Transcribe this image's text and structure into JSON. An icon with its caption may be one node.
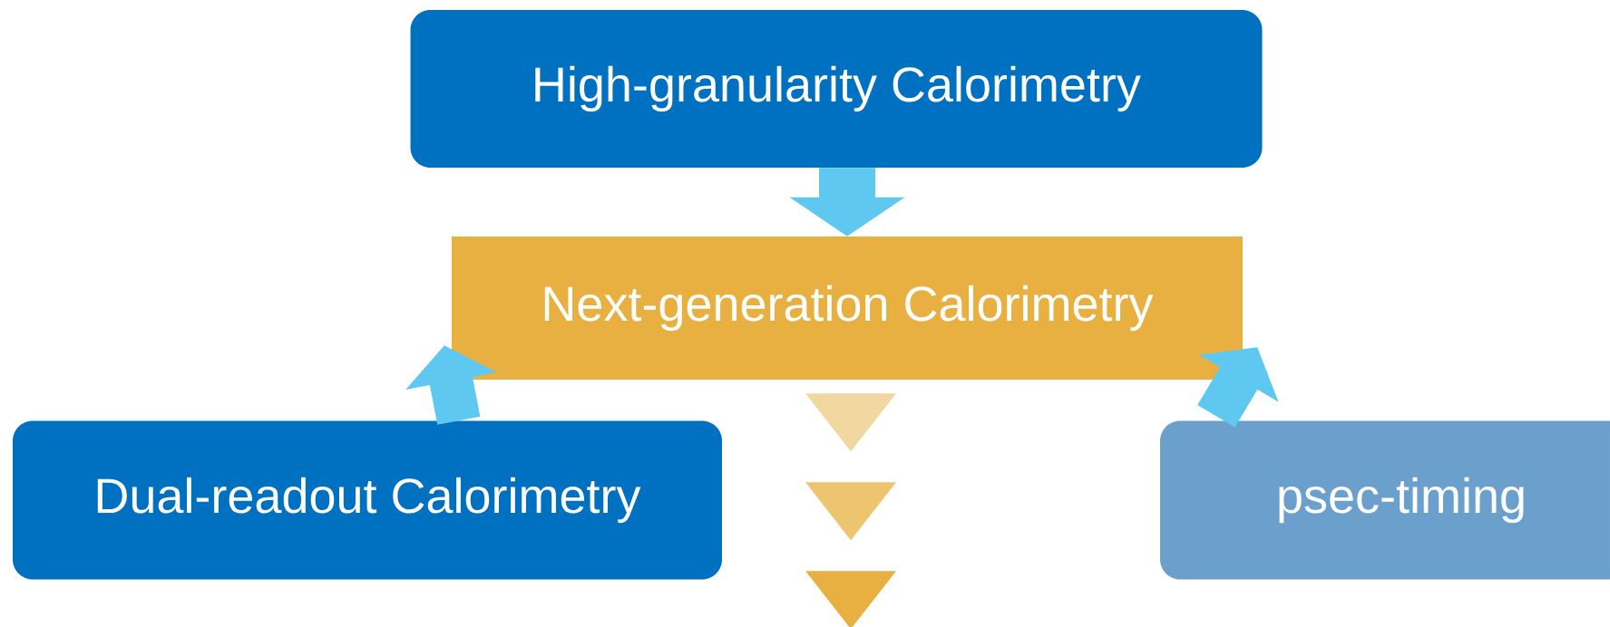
{
  "diagram": {
    "nodes": [
      {
        "text": [
          "High-granularity Calorimetry"
        ]
      },
      {
        "text": [
          "Next-generation Calorimetry"
        ]
      },
      {
        "text": [
          "Dual-readout Calorimetry"
        ]
      },
      {
        "text": [
          "psec-timing"
        ]
      }
    ],
    "edges": [
      {
        "from": 0,
        "to": 1,
        "arrow": "to"
      },
      {
        "from": 2,
        "to": 1,
        "arrow": "to"
      },
      {
        "from": 3,
        "to": 1,
        "arrow": "to"
      },
      {
        "from": 1,
        "to": null,
        "arrow": "to"
      }
    ]
  }
}
